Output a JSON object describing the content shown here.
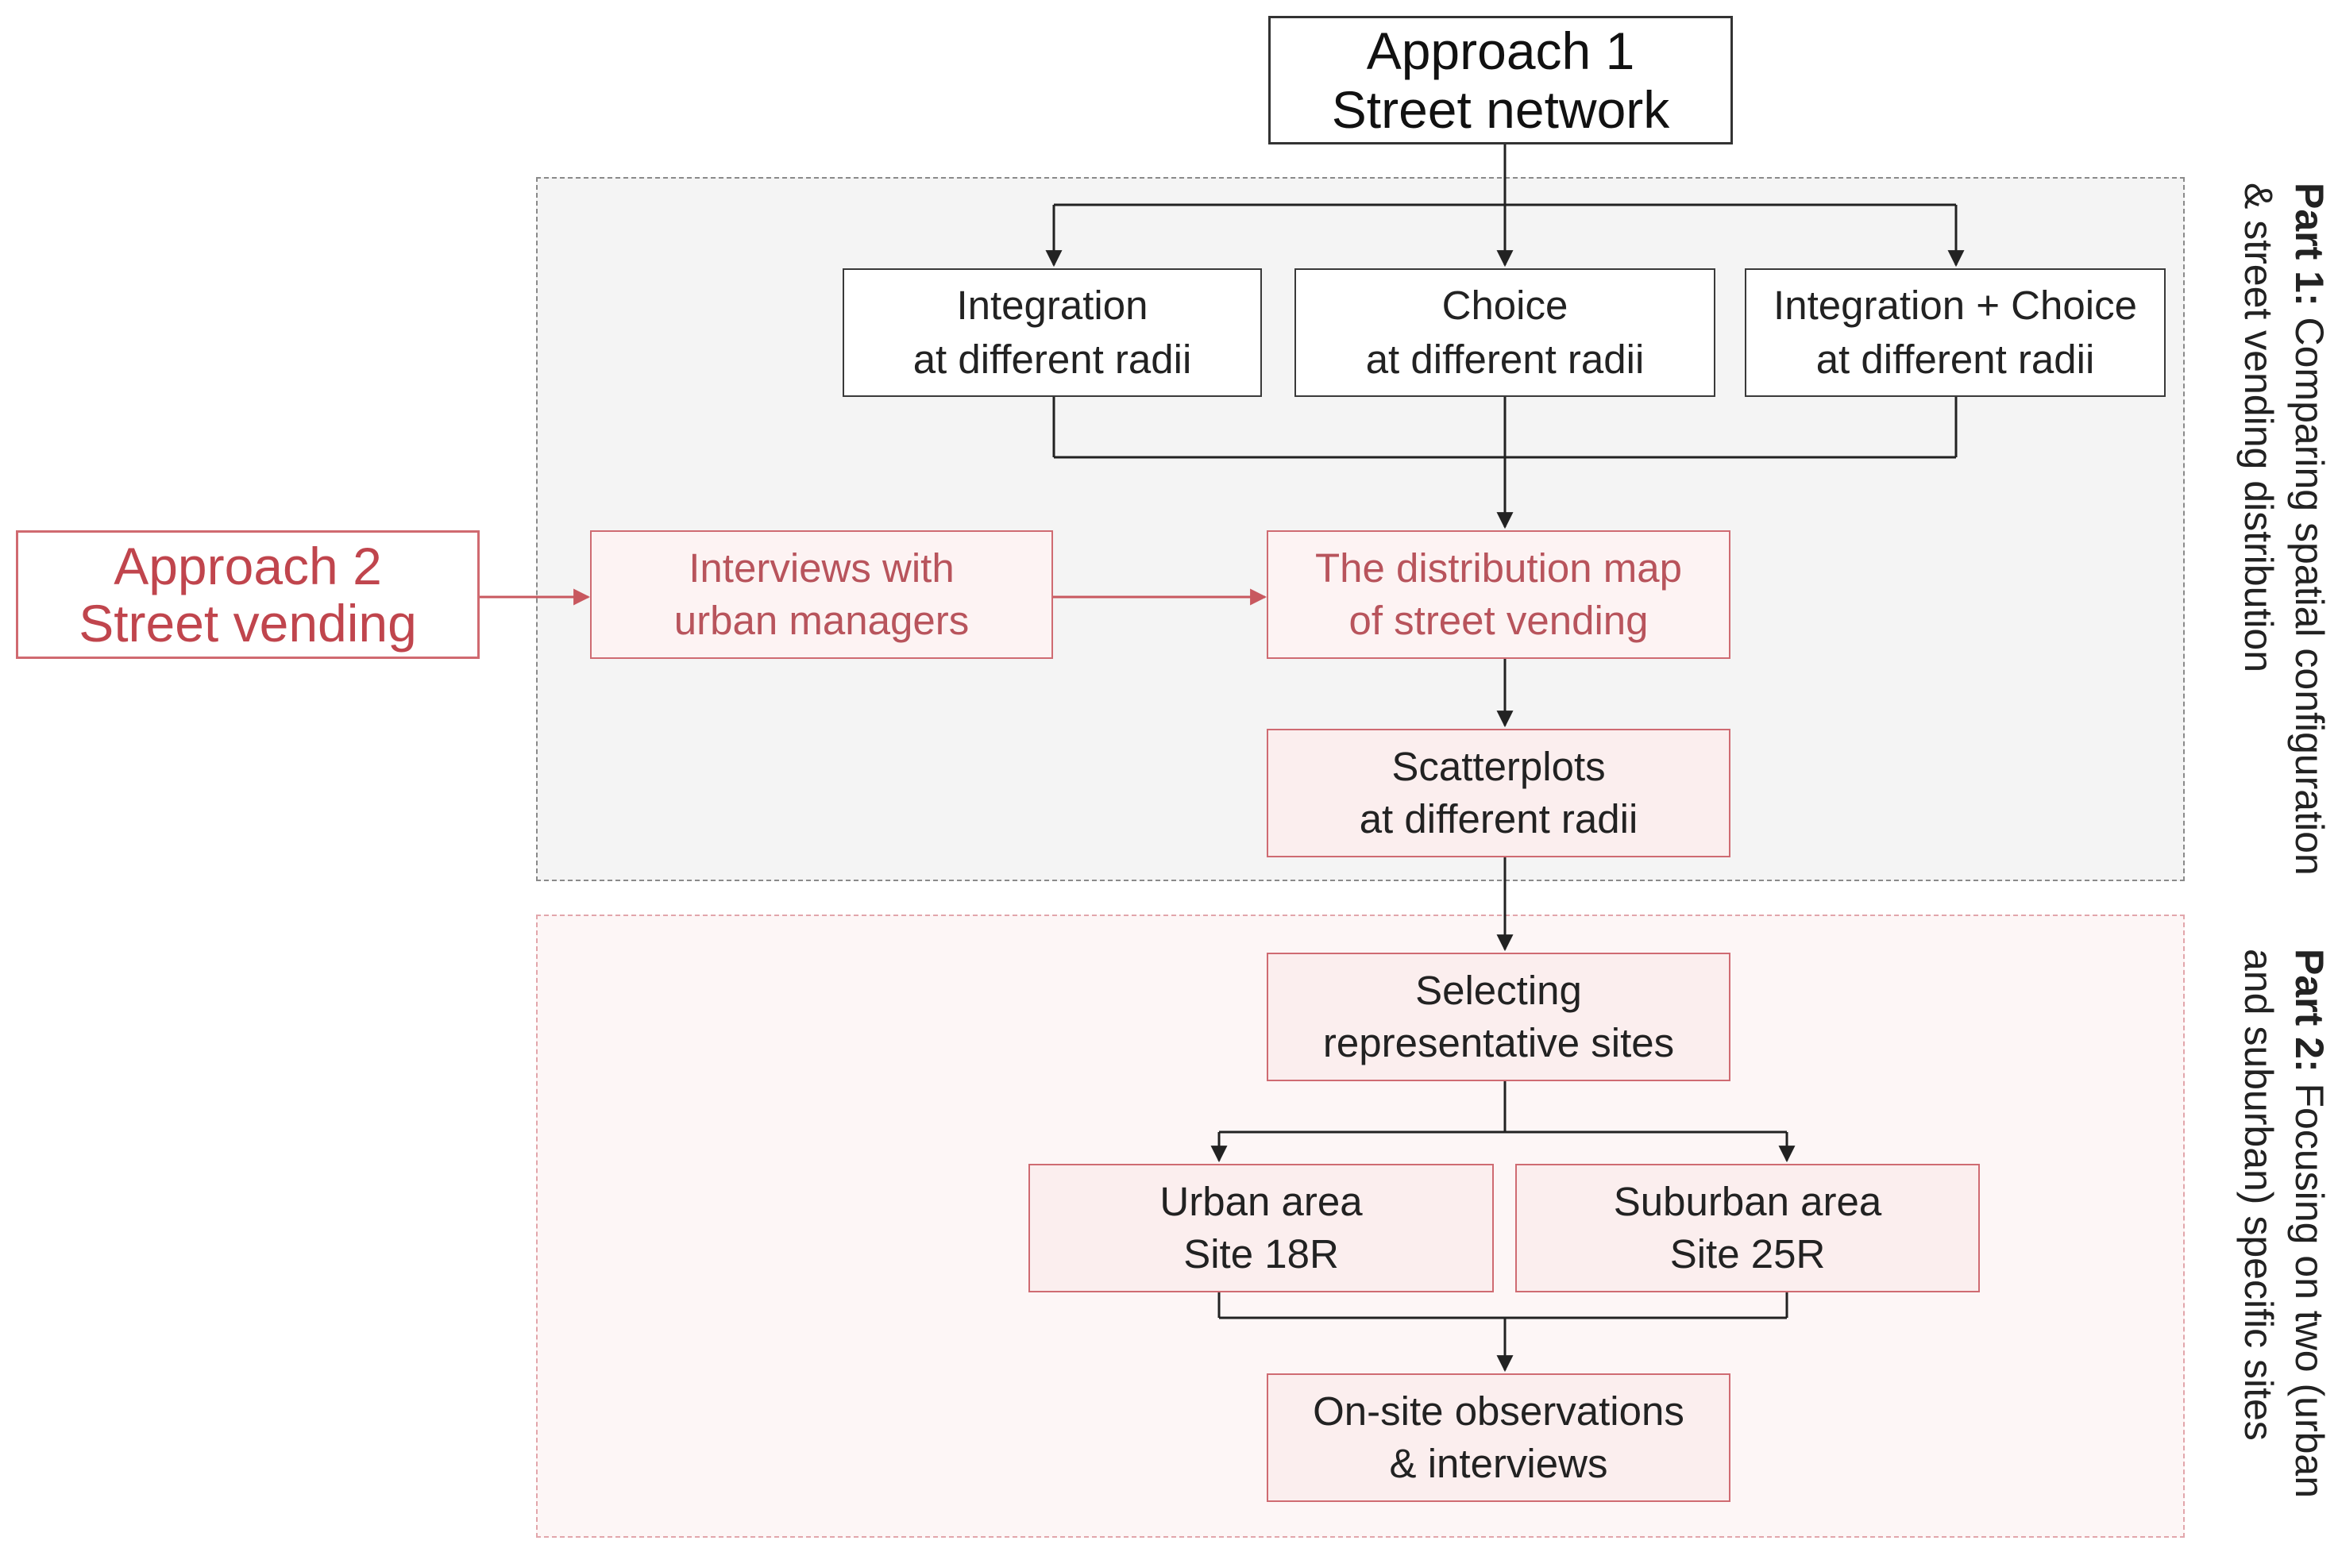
{
  "approach1": {
    "line1": "Approach 1",
    "line2": "Street network"
  },
  "approach2": {
    "line1": "Approach 2",
    "line2": "Street vending"
  },
  "part1": {
    "bold": "Part 1:",
    "line1_rest": " Comparing spatial configuration",
    "line2": "& street vending distribution"
  },
  "part2": {
    "bold": "Part 2:",
    "line1_rest": " Focusing on two (urban",
    "line2": "and suburban) specific sites"
  },
  "boxes": {
    "integration": {
      "line1": "Integration",
      "line2": "at different radii"
    },
    "choice": {
      "line1": "Choice",
      "line2": "at different radii"
    },
    "integration_choice": {
      "line1": "Integration + Choice",
      "line2": "at different radii"
    },
    "interviews_managers": {
      "line1": "Interviews with",
      "line2": "urban managers"
    },
    "distribution_map": {
      "line1": "The distribution map",
      "line2": "of street vending"
    },
    "scatterplots": {
      "line1": "Scatterplots",
      "line2": "at different radii"
    },
    "selecting_sites": {
      "line1": "Selecting",
      "line2": "representative sites"
    },
    "urban_area": {
      "line1": "Urban area",
      "line2": "Site 18R"
    },
    "suburban_area": {
      "line1": "Suburban area",
      "line2": "Site 25R"
    },
    "onsite": {
      "line1": "On-site observations",
      "line2": "& interviews"
    }
  },
  "colors": {
    "part1_bg": "#f4f4f4",
    "part2_bg": "#fdf6f6",
    "red_text": "#b8545c",
    "red_border": "#cf6b72",
    "dark_line": "#333333"
  }
}
